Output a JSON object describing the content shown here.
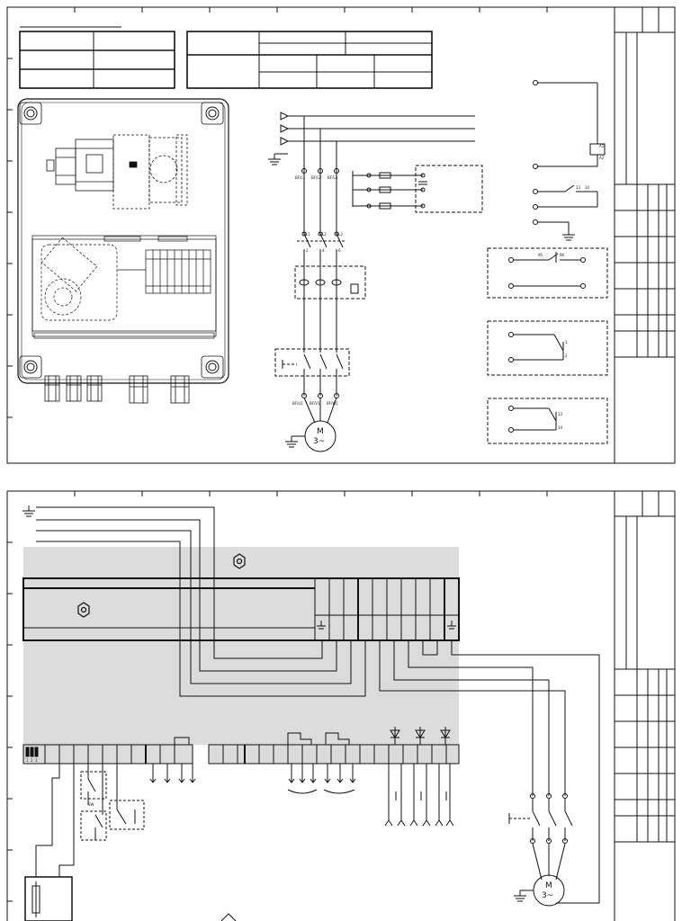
{
  "diagram": {
    "top_sheet": {
      "title_underline": "",
      "power_circuit": {
        "phase_labels": [
          "BF/L1",
          "BF/L2",
          "BF/L3"
        ],
        "contactor_labels": [
          "L1",
          "L2",
          "L3"
        ],
        "contactor_terminals": [
          "2",
          "4",
          "6"
        ],
        "motor_labels": [
          "BF/U1",
          "BF/V1",
          "BF/W1"
        ],
        "motor_symbol": "M",
        "motor_type": "3~"
      },
      "control_circuit": {
        "coil_terminals": [
          "A1",
          "A2"
        ],
        "contact_terminals": [
          "13",
          "14"
        ],
        "box1_terminals": [
          "95",
          "96"
        ],
        "box2_terminals": [
          "1",
          "2"
        ],
        "box3_terminals": [
          "13",
          "14"
        ]
      }
    },
    "bottom_sheet": {
      "terminal_strip_labels": [
        "1",
        "2",
        "3"
      ],
      "motor_symbol": "M",
      "motor_type": "3~",
      "relay_label": "SW"
    }
  },
  "colors": {
    "line": "#111111",
    "panel_fill": "#dcdcdc",
    "paper": "#ffffff"
  },
  "icons": [
    "ground-icon",
    "motor-icon",
    "pipe-nut-icon",
    "cable-gland-icon",
    "arrow-up-icon"
  ]
}
